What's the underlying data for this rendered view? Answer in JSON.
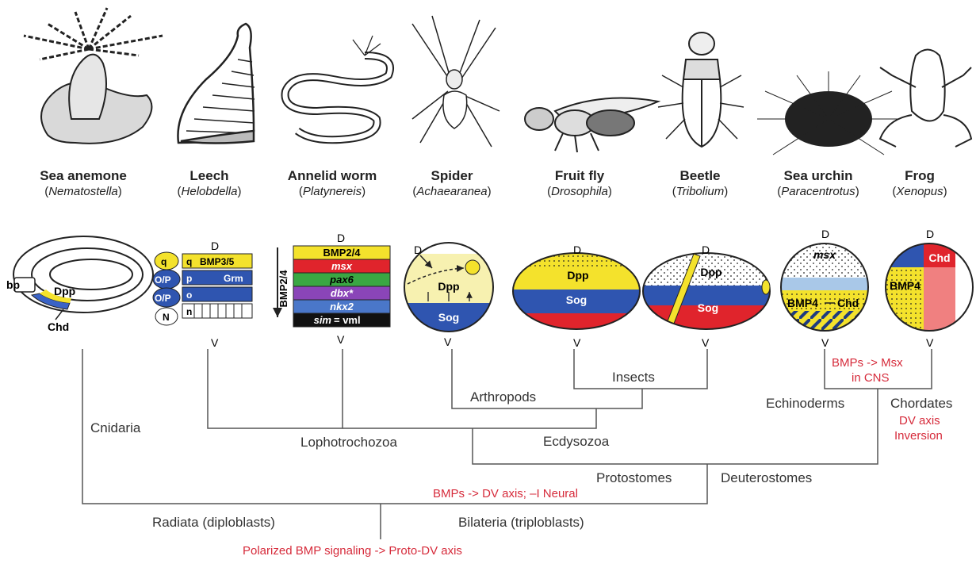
{
  "organisms": [
    {
      "name": "Sea anemone",
      "genus": "Nematostella"
    },
    {
      "name": "Leech",
      "genus": "Helobdella"
    },
    {
      "name": "Annelid worm",
      "genus": "Platynereis"
    },
    {
      "name": "Spider",
      "genus": "Achaearanea"
    },
    {
      "name": "Fruit fly",
      "genus": "Drosophila"
    },
    {
      "name": "Beetle",
      "genus": "Tribolium"
    },
    {
      "name": "Sea urchin",
      "genus": "Paracentrotus"
    },
    {
      "name": "Frog",
      "genus": "Xenopus"
    }
  ],
  "axis": {
    "dorsal": "D",
    "ventral": "V"
  },
  "embryo_labels": {
    "anemone": {
      "bp": "bp",
      "dpp": "Dpp",
      "chd": "Chd"
    },
    "leech": {
      "q": "q",
      "op1": "O/P",
      "op2": "O/P",
      "n": "N",
      "q2": "q",
      "p": "p",
      "o": "o",
      "n2": "n",
      "bmp": "BMP3/5",
      "grm": "Grm"
    },
    "annelid": {
      "rows": [
        "BMP2/4",
        "msx",
        "pax6",
        "dbx*",
        "nkx2"
      ],
      "sim": "sim",
      "vml": "= vml",
      "side": "BMP2/4"
    },
    "spider": {
      "dpp": "Dpp",
      "sog": "Sog"
    },
    "fly": {
      "dpp": "Dpp",
      "sog": "Sog"
    },
    "beetle": {
      "dpp": "Dpp",
      "sog": "Sog"
    },
    "urchin": {
      "msx": "msx",
      "bmp": "BMP4",
      "chd": "Chd"
    },
    "frog": {
      "chd": "Chd",
      "bmp": "BMP4"
    }
  },
  "clades": {
    "insects": "Insects",
    "arthropods": "Arthropods",
    "echinoderms": "Echinoderms",
    "chordates": "Chordates",
    "cnidaria": "Cnidaria",
    "lophotrochozoa": "Lophotrochozoa",
    "ecdysozoa": "Ecdysozoa",
    "protostomes": "Protostomes",
    "deuterostomes": "Deuterostomes",
    "radiata": "Radiata (diploblasts)",
    "bilateria": "Bilateria (triploblasts)"
  },
  "events": {
    "msx_cns_1": "BMPs -> Msx",
    "msx_cns_2": "in CNS",
    "dv_inversion_1": "DV axis",
    "dv_inversion_2": "Inversion",
    "bilateria_event": "BMPs -> DV axis; –I Neural",
    "root_event": "Polarized BMP signaling -> Proto-DV axis"
  },
  "colors": {
    "yellow": "#f4e22c",
    "blue": "#2f55b0",
    "red": "#e0242c",
    "green": "#3aa743",
    "purple": "#8a45b8",
    "lightblue": "#a9c8e8",
    "pink": "#f08080",
    "paleyellow": "#f7f1b0",
    "text_red": "#d62b3b"
  }
}
